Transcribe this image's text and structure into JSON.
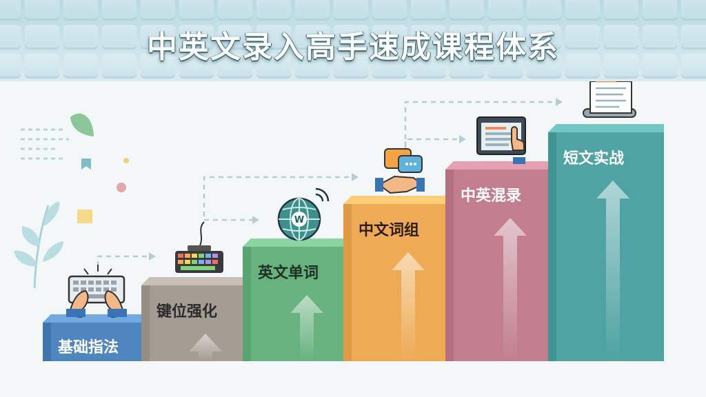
{
  "title": "中英文录入高手速成课程体系",
  "steps": [
    {
      "label": "基础指法",
      "color": "#4f86bf",
      "label_color": "#ffffff"
    },
    {
      "label": "键位强化",
      "color": "#a59c93",
      "label_color": "#2b2b2b"
    },
    {
      "label": "英文单词",
      "color": "#68b27f",
      "label_color": "#1f2f24"
    },
    {
      "label": "中文词组",
      "color": "#eeaa55",
      "label_color": "#2a1d0b"
    },
    {
      "label": "中英混录",
      "color": "#c27e8e",
      "label_color": "#ffffff"
    },
    {
      "label": "短文实战",
      "color": "#4fa3a3",
      "label_color": "#ffffff"
    }
  ],
  "icons": [
    "keyboard-typing-icon",
    "colorful-keyboard-icon",
    "globe-wifi-icon",
    "chat-handshake-icon",
    "tablet-touch-icon",
    "document-scroll-icon"
  ],
  "globe_letter": "W"
}
